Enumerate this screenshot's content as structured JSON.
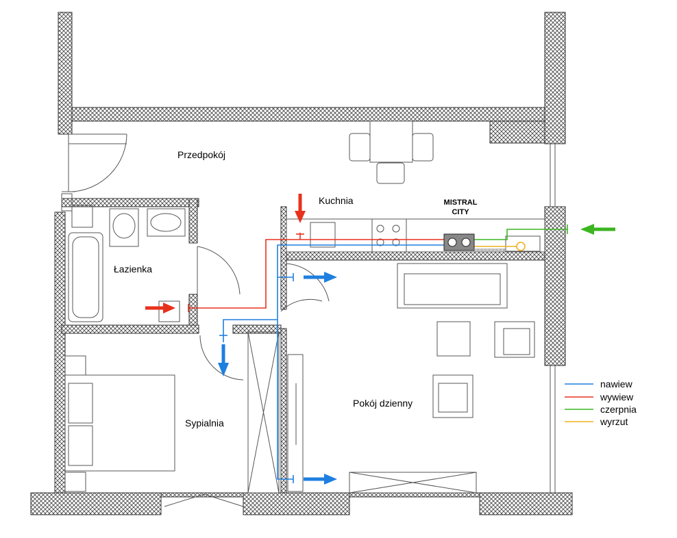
{
  "rooms": {
    "hall": "Przedpokój",
    "kitchen": "Kuchnia",
    "bathroom": "Łazienka",
    "bedroom": "Sypialnia",
    "living": "Pokój dzienny"
  },
  "unit": {
    "line1": "MISTRAL",
    "line2": "CITY"
  },
  "legend": [
    {
      "label": "nawiew",
      "color": "#1e7fe0"
    },
    {
      "label": "wywiew",
      "color": "#e8311d"
    },
    {
      "label": "czerpnia",
      "color": "#3cb521"
    },
    {
      "label": "wyrzut",
      "color": "#f0b020"
    }
  ],
  "colors": {
    "supply": "#1e7fe0",
    "extract": "#e8311d",
    "intake": "#3cb521",
    "exhaust": "#f0b020",
    "wall": "#555555"
  }
}
